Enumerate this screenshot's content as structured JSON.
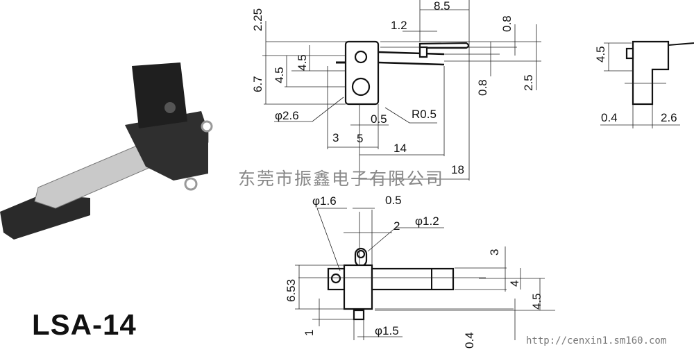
{
  "product": {
    "model": "LSA-14"
  },
  "watermark": {
    "company": "东莞市振鑫电子有限公司",
    "url": "http://cenxin1.sm160.com"
  },
  "top_view_dims": [
    "2.25",
    "8.5",
    "1.2",
    "0.8",
    "4.5",
    "4.5",
    "6.7",
    "0.8",
    "2.5",
    "φ2.6",
    "0.5",
    "R0.5",
    "3",
    "5",
    "14",
    "18"
  ],
  "side_view_dims": [
    "4.5",
    "0.4",
    "2.6"
  ],
  "bottom_view_dims": [
    "φ1.6",
    "0.5",
    "2",
    "φ1.2",
    "3",
    "6.53",
    "4",
    "4.5",
    "1",
    "φ1.5",
    "0.4"
  ]
}
